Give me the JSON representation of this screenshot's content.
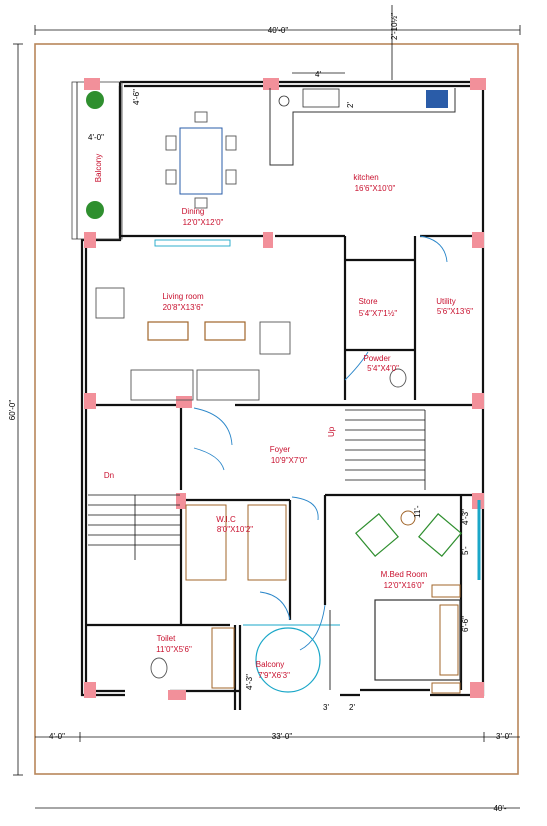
{
  "colors": {
    "room_label": "#c8102e",
    "plot_border": "#b8865a",
    "column": "#f2909a",
    "door_arc": "#2a86c9",
    "chair": "#2f8f2f",
    "wood": "#a0652a"
  },
  "dimensions": {
    "top_width": "40'-0\"",
    "top_setback": "2'-10½\"",
    "left_height": "60'-0\"",
    "bottom_left": "4'-0\"",
    "bottom_mid": "33'-0\"",
    "bottom_right": "3'-0\"",
    "bottom_total": "40'-",
    "kitchen_window": "4'",
    "kitchen_offset": "2'",
    "balcony_depth": "4'-0\"",
    "balcony_side": "4'-6\"",
    "bed_dim_a": "4'-3\"",
    "bed_dim_b": "5'-",
    "bed_dim_c": "6'-6\"",
    "bed_dim_d": "11'-",
    "balcony2_dim": "4'-3\"",
    "balcony2_bottom_a": "3'",
    "balcony2_bottom_b": "2'"
  },
  "rooms": {
    "balcony_top": "Balcony",
    "dining": {
      "name": "Dining",
      "size": "12'0\"X12'0\""
    },
    "kitchen": {
      "name": "kitchen",
      "size": "16'6\"X10'0\""
    },
    "living": {
      "name": "Living room",
      "size": "20'8\"X13'6\""
    },
    "store": {
      "name": "Store",
      "size": "5'4\"X7'1½\""
    },
    "utility": {
      "name": "Utility",
      "size": "5'6\"X13'6\""
    },
    "powder": {
      "name": "Powder",
      "size": "5'4\"X4'0\""
    },
    "foyer": {
      "name": "Foyer",
      "size": "10'9\"X7'0\""
    },
    "stair_up": "Up",
    "stair_dn": "Dn",
    "wic": {
      "name": "W.I.C",
      "size": "8'0\"X10'2\""
    },
    "mbed": {
      "name": "M.Bed Room",
      "size": "12'0\"X16'0\""
    },
    "toilet": {
      "name": "Toilet",
      "size": "11'0\"X5'6\""
    },
    "balcony_bottom": {
      "name": "Balcony",
      "size": "7'9\"X6'3\""
    }
  }
}
